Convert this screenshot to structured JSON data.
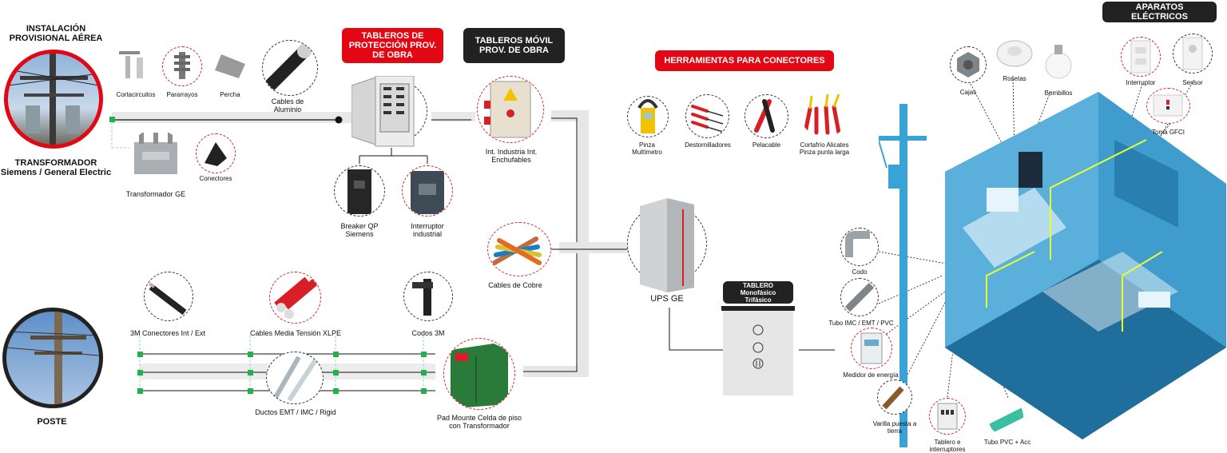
{
  "titles": {
    "instalacion": "INSTALACIÓN PROVISIONAL AÉREA",
    "transformador": "TRANSFORMADOR",
    "transformador_sub": "Siemens / General Electric",
    "poste": "POSTE"
  },
  "pills": {
    "tableros_proteccion": "TABLEROS DE PROTECCIÓN PROV. DE OBRA",
    "tableros_movil": "TABLEROS MÓVIL PROV. DE OBRA",
    "herramientas": "HERRAMIENTAS PARA CONECTORES",
    "aparatos": "APARATOS ELÉCTRICOS",
    "tablero_mono": "TABLERO Monofásico Trifásico"
  },
  "labels": {
    "cortacircuitos": "Cortacircuitos",
    "pararrayos": "Pararrayos",
    "percha": "Percha",
    "cables_aluminio": "Cables de Aluminio",
    "transformador_ge": "Transformador GE",
    "conectores": "Conectores",
    "breaker_qp": "Breaker QP Siemens",
    "interruptor_industrial": "Interruptor industrial",
    "int_industria": "Int. Industria Int. Enchufables",
    "cables_cobre": "Cables de Cobre",
    "pinza": "Pinza Multímetro",
    "destornilladores": "Destornilladores",
    "pelacable": "Pelacable",
    "cortafrio": "Cortafrío Alicates Pinza punta larga",
    "ups": "UPS GE",
    "conectores_3m": "3M Conectores Int / Ext",
    "cables_media": "Cables Media Tensión XLPE",
    "codos_3m": "Codos 3M",
    "ductos": "Ductos EMT / IMC / Rigid",
    "pad_mounte": "Pad Mounte Celda de piso con Transformador",
    "codo": "Codo",
    "tubo_imc": "Tubo IMC / EMT / PVC",
    "medidor": "Medidor de energía",
    "varilla": "Varilla puesta a tierra",
    "tablero_interruptores": "Tablero e interruptores",
    "tubo_pvc": "Tubo PVC + Acc",
    "cajas": "Cajas",
    "rosetas": "Rosetas",
    "bombillos": "Bombillos",
    "interruptor": "Interruptor",
    "sensor": "Sensor",
    "toma_gfci": "Toma GFCI"
  },
  "colors": {
    "red": "#e30613",
    "dark": "#222222",
    "green": "#22b14c",
    "house": "#2e86b8",
    "cable": "#e0e0e0"
  }
}
